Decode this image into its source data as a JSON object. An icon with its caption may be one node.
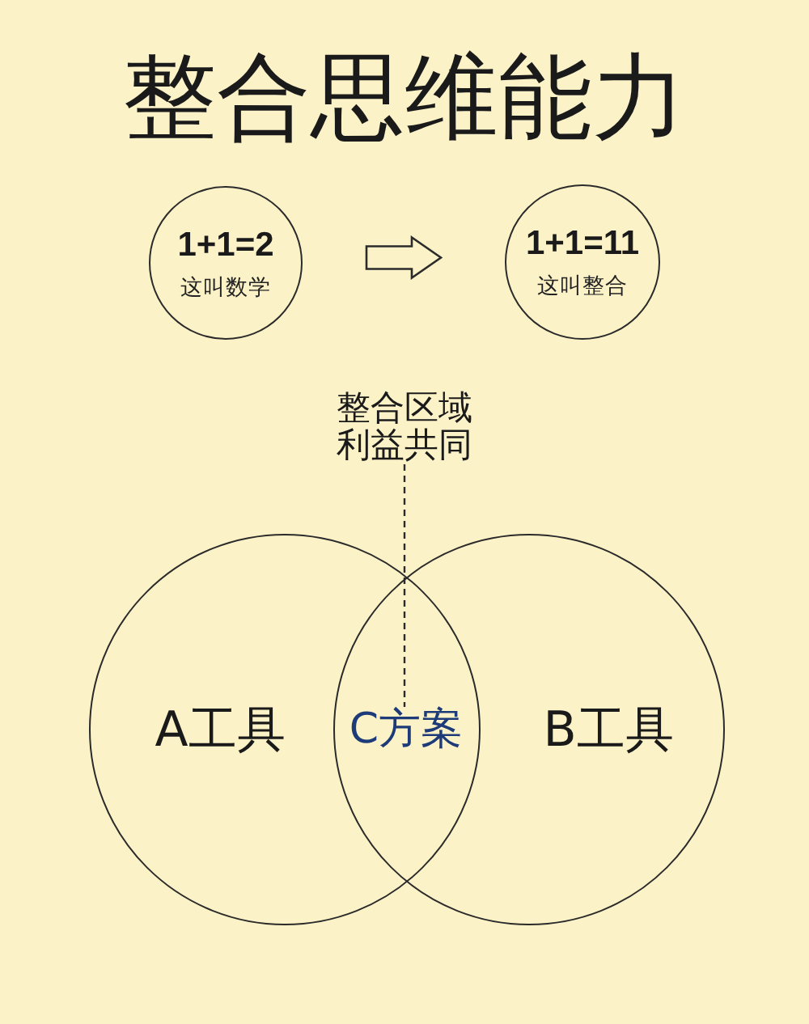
{
  "diagram": {
    "title": "整合思维能力",
    "nodes": [
      {
        "text": [
          "1+1=2",
          "这叫数学"
        ]
      },
      {
        "text": [
          "1+1=11",
          "这叫整合"
        ]
      },
      {
        "text": [
          "整合区域利益共同"
        ]
      },
      {
        "text": [
          "A工具"
        ]
      },
      {
        "text": [
          "B工具"
        ]
      },
      {
        "text": [
          "C方案"
        ]
      }
    ],
    "edges": [
      {
        "from": 0,
        "to": 1,
        "arrow": "to"
      },
      {
        "from": 2,
        "to": 5,
        "arrow": "none",
        "style": "dashed"
      }
    ]
  }
}
